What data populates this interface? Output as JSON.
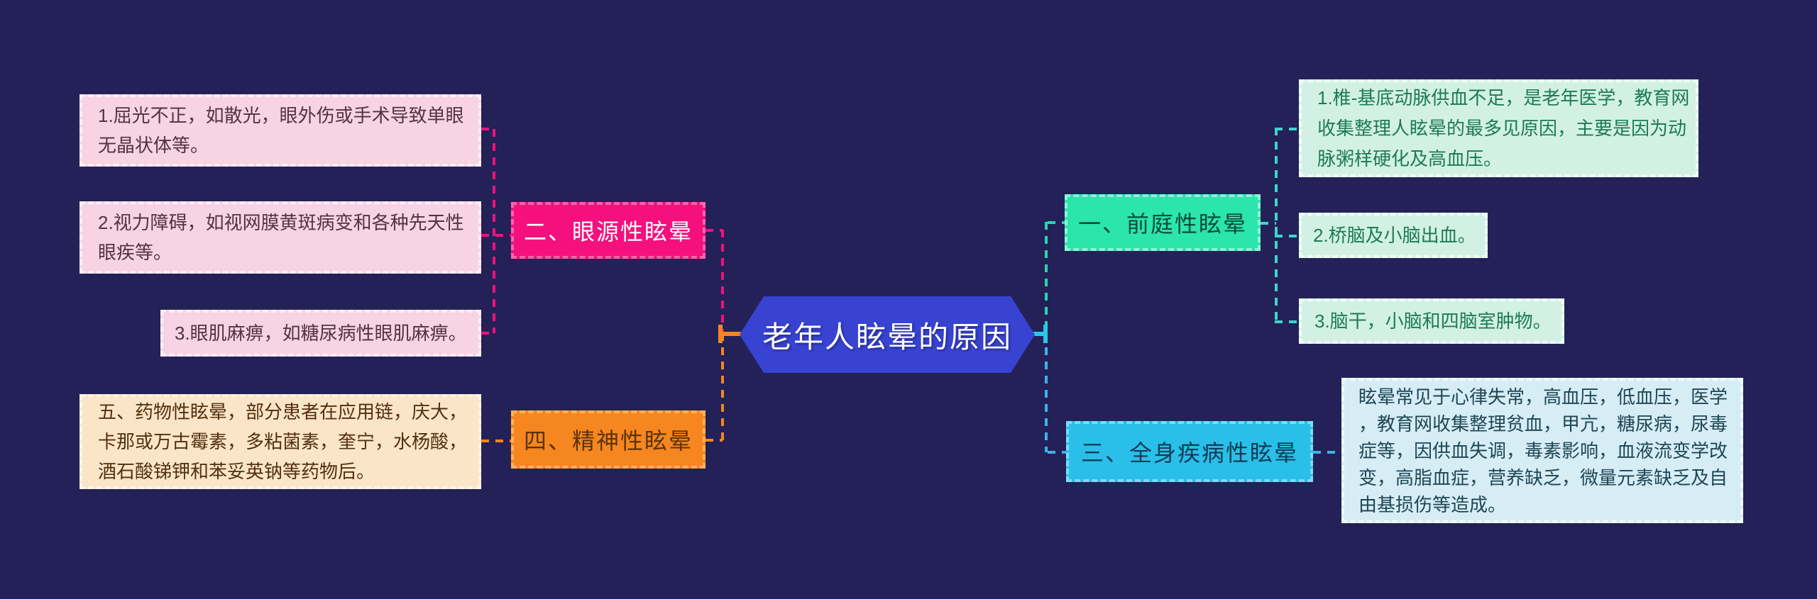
{
  "center": {
    "label": "老年人眩晕的原因"
  },
  "branches": {
    "eye": {
      "label": "二、眼源性眩晕"
    },
    "mental": {
      "label": "四、精神性眩晕"
    },
    "vestibular": {
      "label": "一、前庭性眩晕"
    },
    "systemic": {
      "label": "三、全身疾病性眩晕"
    }
  },
  "leaves": {
    "eye1": "1.屈光不正，如散光，眼外伤或手术导致单眼无晶状体等。",
    "eye2": "2.视力障碍，如视网膜黄斑病变和各种先天性眼疾等。",
    "eye3": "3.眼肌麻痹，如糖尿病性眼肌麻痹。",
    "drug": "五、药物性眩晕，部分患者在应用链，庆大，卡那或万古霉素，多粘菌素，奎宁，水杨酸，酒石酸锑钾和苯妥英钠等药物后。",
    "vest1": "1.椎-基底动脉供血不足，是老年医学，教育网收集整理人眩晕的最多见原因，主要是因为动脉粥样硬化及高血压。",
    "vest2": "2.桥脑及小脑出血。",
    "vest3": "3.脑干，小脑和四脑室肿物。",
    "sys1": "眩晕常见于心律失常，高血压，低血压，医学，教育网收集整理贫血，甲亢，糖尿病，尿毒症等，因供血失调，毒素影响，血液流变学改变，高脂血症，营养缺乏，微量元素缺乏及自由基损伤等造成。"
  },
  "colors": {
    "background": "#232157",
    "central_fill": "#3843d2",
    "pink_node": "#f5107d",
    "orange_node": "#f6861f",
    "green_node": "#2be5ab",
    "cyan_node": "#29bfe8",
    "pink_leaf": "#f8d3e4",
    "cream_leaf": "#fbe5c8",
    "mint_leaf": "#d2f1e4",
    "blue_leaf": "#d6edf6",
    "pink_line": "#f0117d",
    "orange_line": "#f6861f",
    "teal_line": "#2bd4b4",
    "sky_line": "#3fb2ea",
    "cyan_stub": "#29c8e8"
  }
}
